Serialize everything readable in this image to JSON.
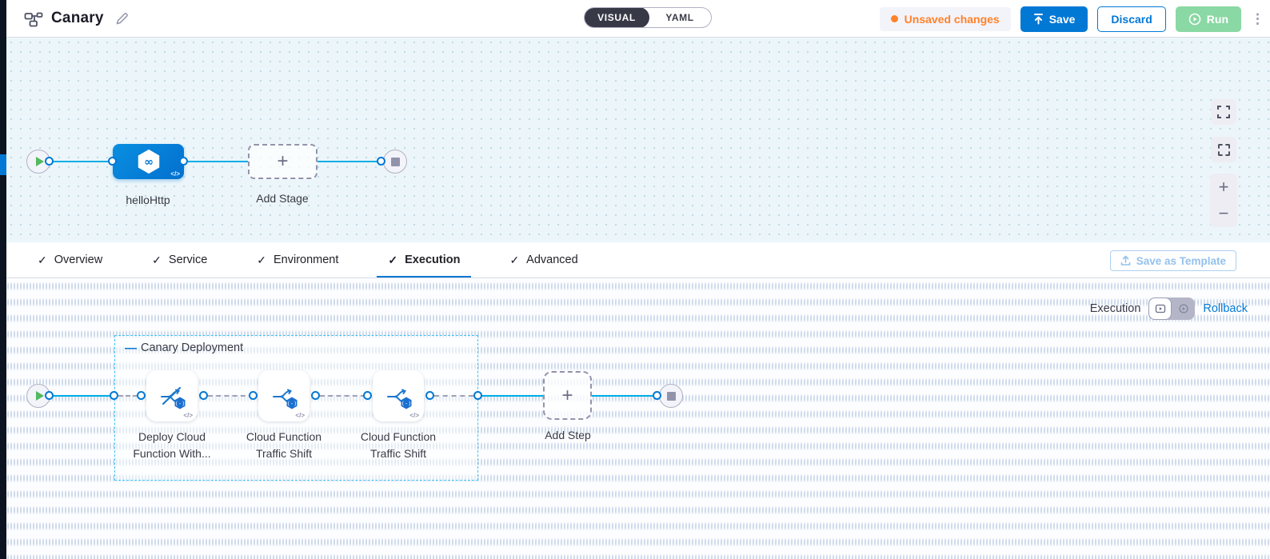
{
  "header": {
    "title": "Canary",
    "mode_toggle": {
      "visual": "VISUAL",
      "yaml": "YAML"
    },
    "unsaved_badge": "Unsaved changes",
    "save_label": "Save",
    "discard_label": "Discard",
    "run_label": "Run",
    "kebab": "⋮"
  },
  "stage_canvas": {
    "stage_label": "helloHttp",
    "add_stage_label": "Add Stage",
    "zoom_in": "+",
    "zoom_out": "−"
  },
  "tabs": [
    {
      "label": "Overview",
      "check": "✓"
    },
    {
      "label": "Service",
      "check": "✓"
    },
    {
      "label": "Environment",
      "check": "✓"
    },
    {
      "label": "Execution",
      "check": "✓"
    },
    {
      "label": "Advanced",
      "check": "✓"
    }
  ],
  "save_as_template_label": "Save as Template",
  "execution_panel": {
    "mode_label": "Execution",
    "rollback_label": "Rollback",
    "group_label": "Canary Deployment",
    "group_collapse_glyph": "—",
    "steps": [
      {
        "label": "Deploy Cloud Function With..."
      },
      {
        "label": "Cloud Function Traffic Shift"
      },
      {
        "label": "Cloud Function Traffic Shift"
      }
    ],
    "add_step_label": "Add Step",
    "code_glyph": "</>"
  },
  "colors": {
    "accent_blue": "#0278d5",
    "edge_cyan": "#00ade4",
    "unsaved_orange": "#ff832b",
    "run_green": "#8ad8a4",
    "group_border_cyan": "#3fc2f2",
    "canvas_upper_bg": "#ecf6fa",
    "canvas_lower_bg": "#fcfdff",
    "dark_strip": "#0b1420"
  }
}
